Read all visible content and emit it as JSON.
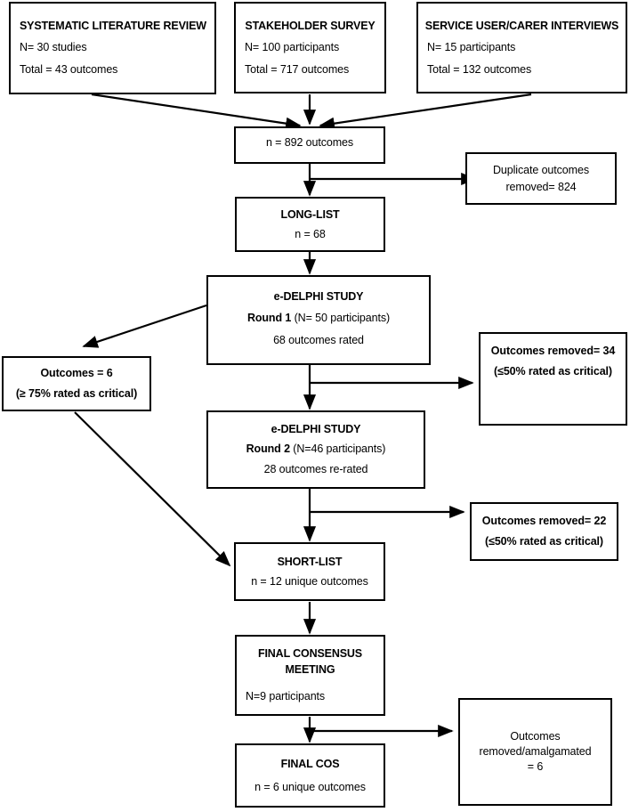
{
  "diagram": {
    "type": "flowchart",
    "subject": "Core Outcome Set (COS) development process",
    "nodes": [
      {
        "id": "systematic-literature-review",
        "title": "SYSTEMATIC LITERATURE REVIEW",
        "lines": [
          "N= 30 studies",
          "Total = 43 outcomes"
        ]
      },
      {
        "id": "stakeholder-survey",
        "title": "STAKEHOLDER SURVEY",
        "lines": [
          "N= 100 participants",
          "Total = 717 outcomes"
        ]
      },
      {
        "id": "service-user-carer-interviews",
        "title": "SERVICE USER/CARER INTERVIEWS",
        "lines": [
          "N= 15 participants",
          "Total = 132 outcomes"
        ]
      },
      {
        "id": "total-outcomes",
        "title": "",
        "lines": [
          "n = 892 outcomes"
        ]
      },
      {
        "id": "duplicate-outcomes-removed",
        "title": "",
        "lines": [
          "Duplicate outcomes",
          "removed= 824"
        ]
      },
      {
        "id": "long-list",
        "title": "LONG-LIST",
        "lines": [
          "n = 68"
        ]
      },
      {
        "id": "edelphi-round-1",
        "title": "e-DELPHI STUDY",
        "lines": [
          "Round 1 (N= 50 participants)",
          "68 outcomes rated"
        ],
        "bold_prefix": "Round 1"
      },
      {
        "id": "outcomes-retained-6",
        "title": "",
        "lines": [
          "Outcomes = 6",
          "(≥ 75% rated as critical)"
        ]
      },
      {
        "id": "outcomes-removed-34",
        "title": "",
        "lines": [
          "Outcomes removed= 34",
          "(≤50% rated as critical)"
        ]
      },
      {
        "id": "edelphi-round-2",
        "title": "e-DELPHI STUDY",
        "lines": [
          "Round 2 (N=46 participants)",
          "28 outcomes re-rated"
        ],
        "bold_prefix": "Round 2"
      },
      {
        "id": "outcomes-removed-22",
        "title": "",
        "lines": [
          "Outcomes removed= 22",
          "(≤50% rated as critical)"
        ]
      },
      {
        "id": "short-list",
        "title": "SHORT-LIST",
        "lines": [
          "n = 12 unique outcomes"
        ]
      },
      {
        "id": "final-consensus-meeting",
        "title": "FINAL CONSENSUS MEETING",
        "lines": [
          "N=9 participants"
        ]
      },
      {
        "id": "final-cos",
        "title": "FINAL COS",
        "lines": [
          "n = 6 unique outcomes"
        ]
      },
      {
        "id": "outcomes-removed-amalgamated",
        "title": "",
        "lines": [
          "Outcomes",
          "removed/amalgamated",
          "= 6"
        ]
      }
    ]
  },
  "boxes": {
    "slr": {
      "title": "SYSTEMATIC LITERATURE REVIEW",
      "l1": "N= 30 studies",
      "l2": "Total = 43 outcomes"
    },
    "survey": {
      "title": "STAKEHOLDER SURVEY",
      "l1": "N= 100 participants",
      "l2": "Total = 717 outcomes"
    },
    "interviews": {
      "title": "SERVICE USER/CARER INTERVIEWS",
      "l1": "N= 15 participants",
      "l2": "Total = 132 outcomes"
    },
    "total_outcomes": {
      "l1": "n = 892 outcomes"
    },
    "duplicates": {
      "l1": "Duplicate outcomes",
      "l2": "removed= 824"
    },
    "long_list": {
      "title": "LONG-LIST",
      "l1": "n = 68"
    },
    "delphi1": {
      "title": "e-DELPHI STUDY",
      "round_bold": "Round 1",
      "round_rest": " (N= 50 participants)",
      "l2": "68 outcomes rated"
    },
    "retained6": {
      "l1": "Outcomes = 6",
      "l2": "(≥ 75% rated as critical)"
    },
    "removed34": {
      "l1": "Outcomes removed= 34",
      "l2": "(≤50% rated as critical)"
    },
    "delphi2": {
      "title": "e-DELPHI STUDY",
      "round_bold": "Round 2",
      "round_rest": " (N=46 participants)",
      "l2": "28 outcomes re-rated"
    },
    "removed22": {
      "l1": "Outcomes removed= 22",
      "l2": "(≤50% rated as critical)"
    },
    "short_list": {
      "title": "SHORT-LIST",
      "l1": "n = 12 unique outcomes"
    },
    "consensus": {
      "title_a": "FINAL CONSENSUS",
      "title_b": "MEETING",
      "l1": "N=9 participants"
    },
    "final_cos": {
      "title": "FINAL COS",
      "l1": "n = 6 unique outcomes"
    },
    "amalgamated": {
      "l1": "Outcomes",
      "l2": "removed/amalgamated",
      "l3": "= 6"
    }
  },
  "style": {
    "stroke": "#000000",
    "background": "#ffffff",
    "text": "#000000"
  }
}
